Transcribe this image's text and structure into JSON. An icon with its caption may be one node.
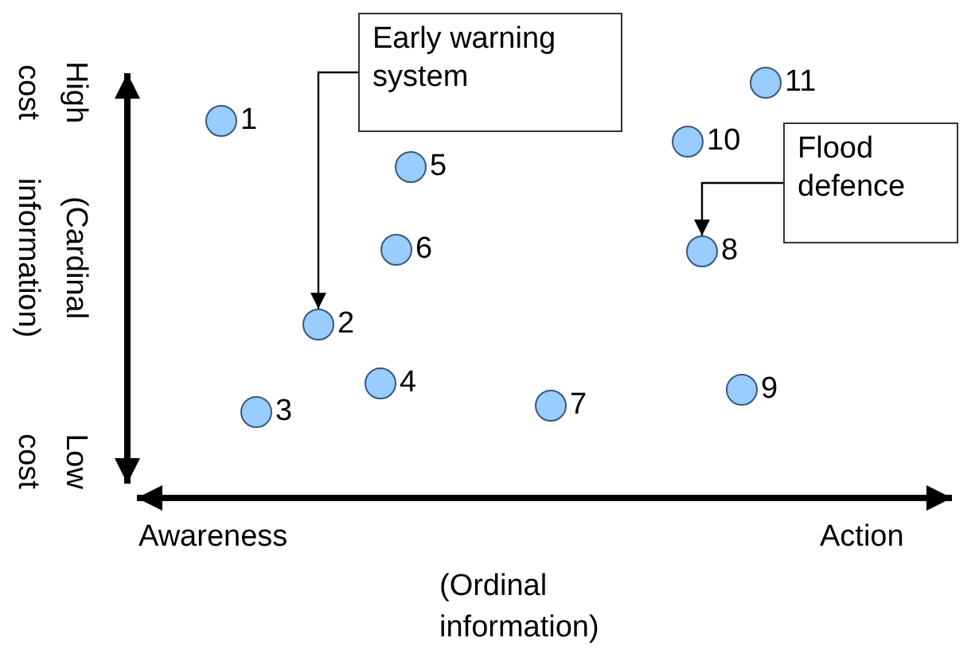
{
  "diagram": {
    "nodes": [
      {
        "text": [],
        "shape": "circle",
        "beside": [
          "1"
        ]
      },
      {
        "text": [],
        "shape": "circle",
        "beside": [
          "2"
        ]
      },
      {
        "text": [],
        "shape": "circle",
        "beside": [
          "3"
        ]
      },
      {
        "text": [],
        "shape": "circle",
        "beside": [
          "4"
        ]
      },
      {
        "text": [],
        "shape": "circle",
        "beside": [
          "5"
        ]
      },
      {
        "text": [],
        "shape": "circle",
        "beside": [
          "6"
        ]
      },
      {
        "text": [],
        "shape": "circle",
        "beside": [
          "7"
        ]
      },
      {
        "text": [],
        "shape": "circle",
        "beside": [
          "8"
        ]
      },
      {
        "text": [],
        "shape": "circle",
        "beside": [
          "9"
        ]
      },
      {
        "text": [],
        "shape": "circle",
        "beside": [
          "10"
        ]
      },
      {
        "text": [],
        "shape": "circle",
        "beside": [
          "11"
        ]
      },
      {
        "text": [
          "Early warning system"
        ]
      },
      {
        "text": [
          "Flood defence"
        ]
      }
    ],
    "edges": [
      {
        "from": 11,
        "to": 1,
        "arrow": "to"
      },
      {
        "from": 12,
        "to": 7,
        "arrow": "to"
      }
    ],
    "labels": [
      "High cost",
      "(Cardinal information)",
      "Low cost",
      "Awareness",
      "(Ordinal information)",
      "Action"
    ]
  }
}
